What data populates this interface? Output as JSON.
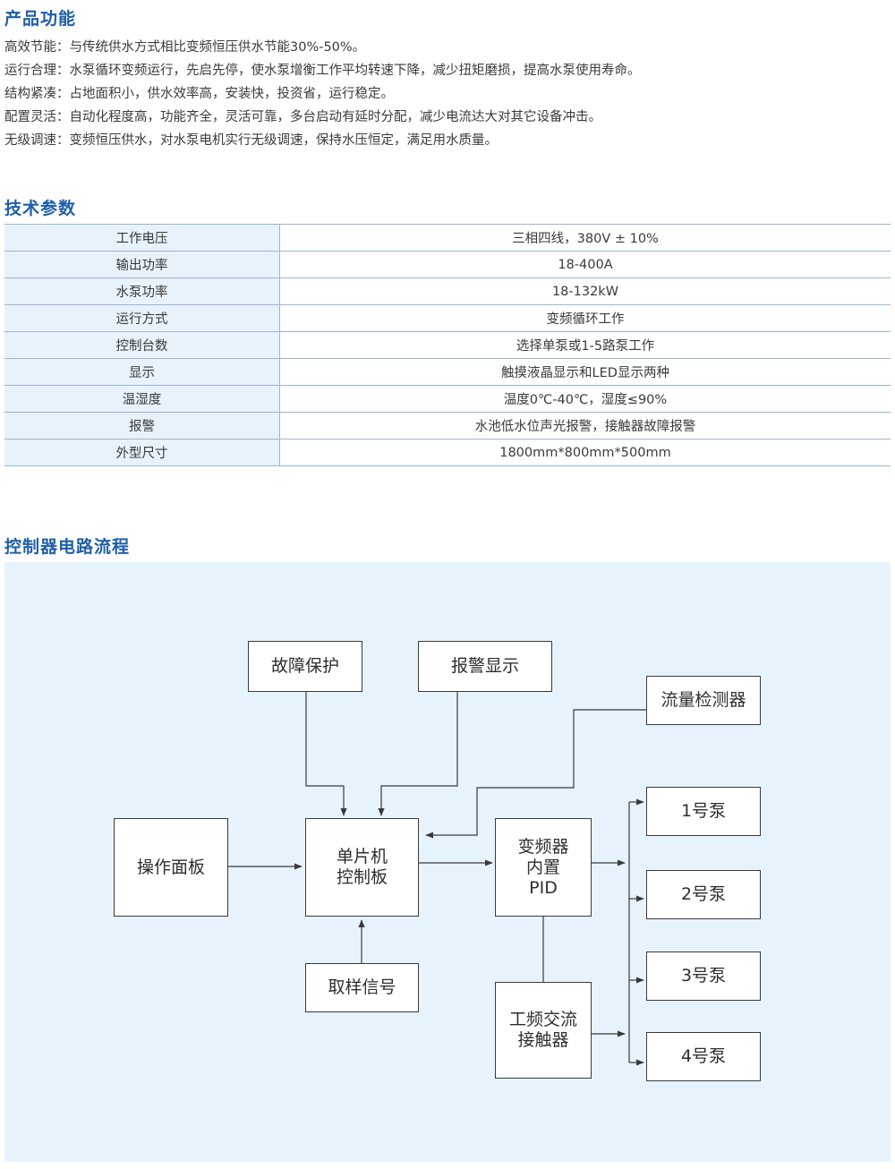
{
  "features": {
    "title": "产品功能",
    "items": [
      "高效节能：与传统供水方式相比变频恒压供水节能30%-50%。",
      "运行合理：水泵循环变频运行，先启先停，使水泵增衡工作平均转速下降，减少扭矩磨损，提高水泵使用寿命。",
      "结构紧凑：占地面积小，供水效率高，安装快，投资省，运行稳定。",
      "配置灵活：自动化程度高，功能齐全，灵活可靠，多台启动有延时分配，减少电流达大对其它设备冲击。",
      "无级调速：变频恒压供水，对水泵电机实行无级调速，保持水压恒定，满足用水质量。"
    ]
  },
  "specs": {
    "title": "技术参数",
    "rows": [
      {
        "key": "工作电压",
        "value": "三相四线，380V ± 10%"
      },
      {
        "key": "输出功率",
        "value": "18-400A"
      },
      {
        "key": "水泵功率",
        "value": "18-132kW"
      },
      {
        "key": "运行方式",
        "value": "变频循环工作"
      },
      {
        "key": "控制台数",
        "value": "选择单泵或1-5路泵工作"
      },
      {
        "key": "显示",
        "value": "触摸液晶显示和LED显示两种"
      },
      {
        "key": "温湿度",
        "value": "温度0℃-40℃，湿度≤90%"
      },
      {
        "key": "报警",
        "value": "水池低水位声光报警，接触器故障报警"
      },
      {
        "key": "外型尺寸",
        "value": "1800mm*800mm*500mm"
      }
    ]
  },
  "flow": {
    "title": "控制器电路流程",
    "fault_protection": "故障保护",
    "alarm_display": "报警显示",
    "flow_detector": "流量检测器",
    "operation_panel": "操作面板",
    "mcu_line1": "单片机",
    "mcu_line2": "控制板",
    "vfd_line1": "变频器",
    "vfd_line2": "内置",
    "vfd_line3": "PID",
    "sampling_signal": "取样信号",
    "contactor_line1": "工频交流",
    "contactor_line2": "接触器",
    "pumps": [
      "1号泵",
      "2号泵",
      "3号泵",
      "4号泵"
    ]
  },
  "colors": {
    "title_blue": "#1f5fa8",
    "table_key_bg": "#e7f2fb",
    "diagram_bg": "#e7f3fc",
    "line": "#3a3a3a"
  }
}
